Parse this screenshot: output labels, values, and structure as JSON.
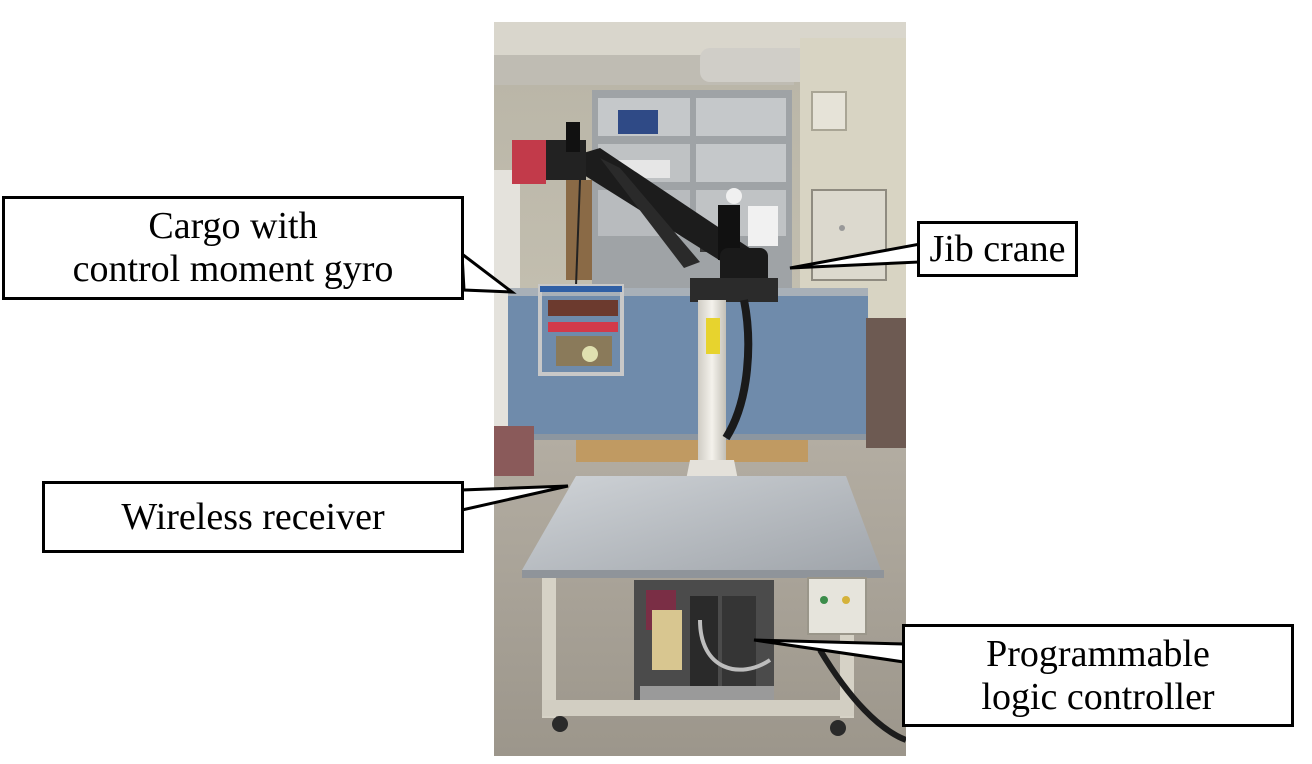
{
  "figure": {
    "photo_subject": "Jib crane experimental apparatus photo",
    "callouts": {
      "cargo": {
        "lines": [
          "Cargo with",
          "control moment gyro"
        ]
      },
      "jib": {
        "lines": [
          "Jib crane"
        ]
      },
      "wireless": {
        "lines": [
          "Wireless receiver"
        ]
      },
      "plc": {
        "lines": [
          "Programmable",
          "logic controller"
        ]
      }
    },
    "colors": {
      "wall": "#c9c3b1",
      "partition": "#6f8bab",
      "table_top": "#b9bdc2",
      "frame": "#d6d2c6",
      "pillar": "#e9e7e1",
      "arm": "#1c1c1c",
      "floor": "#a8a39a"
    }
  }
}
